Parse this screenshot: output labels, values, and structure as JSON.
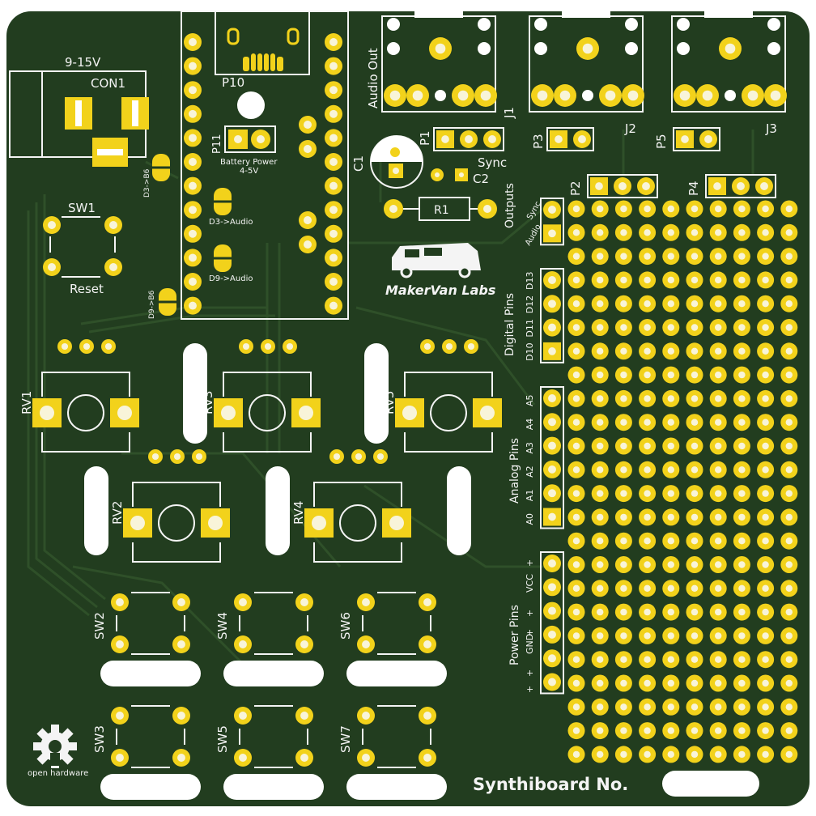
{
  "colors": {
    "board": "#223d1f",
    "copper": "#2c4a27",
    "pad": "#f2d21b",
    "drill": "#f8f4d9",
    "silk": "#f4f4f4",
    "slot": "#ffffff"
  },
  "labels": {
    "power_in": "9-15V",
    "con1": "CON1",
    "sw1": "SW1",
    "reset": "Reset",
    "p10": "P10",
    "p11": "P11",
    "battery_power": "Battery Power",
    "battery_voltage": "4-5V",
    "d3_b6": "D3->B6",
    "d3_audio": "D3->Audio",
    "d9_audio": "D9->Audio",
    "d9_b6": "D9->B6",
    "c1": "C1",
    "c2": "C2",
    "r1": "R1",
    "audio_out": "Audio Out",
    "j1": "J1",
    "j2": "J2",
    "j3": "J3",
    "p1": "P1",
    "p2": "P2",
    "p3": "P3",
    "p4": "P4",
    "p5": "P5",
    "sync": "Sync",
    "outputs": "Outputs",
    "outputs_sync": "Sync",
    "outputs_audio": "Audio",
    "brand": "MakerVan Labs",
    "digital_pins": "Digital Pins",
    "analog_pins": "Analog Pins",
    "power_pins": "Power Pins",
    "footer": "Synthiboard No.",
    "open_hardware": "open hardware",
    "digital_pin_names": [
      "D13",
      "D12",
      "D11",
      "D10"
    ],
    "analog_pin_names": [
      "A5",
      "A4",
      "A3",
      "A2",
      "A1",
      "A0"
    ],
    "power_pin_names": [
      "+",
      "VCC",
      "+",
      "+",
      "GND",
      "+",
      "+"
    ],
    "pots": [
      "RV1",
      "RV2",
      "RV3",
      "RV4",
      "RV5"
    ],
    "switches": [
      "SW2",
      "SW3",
      "SW4",
      "SW5",
      "SW6",
      "SW7"
    ]
  }
}
